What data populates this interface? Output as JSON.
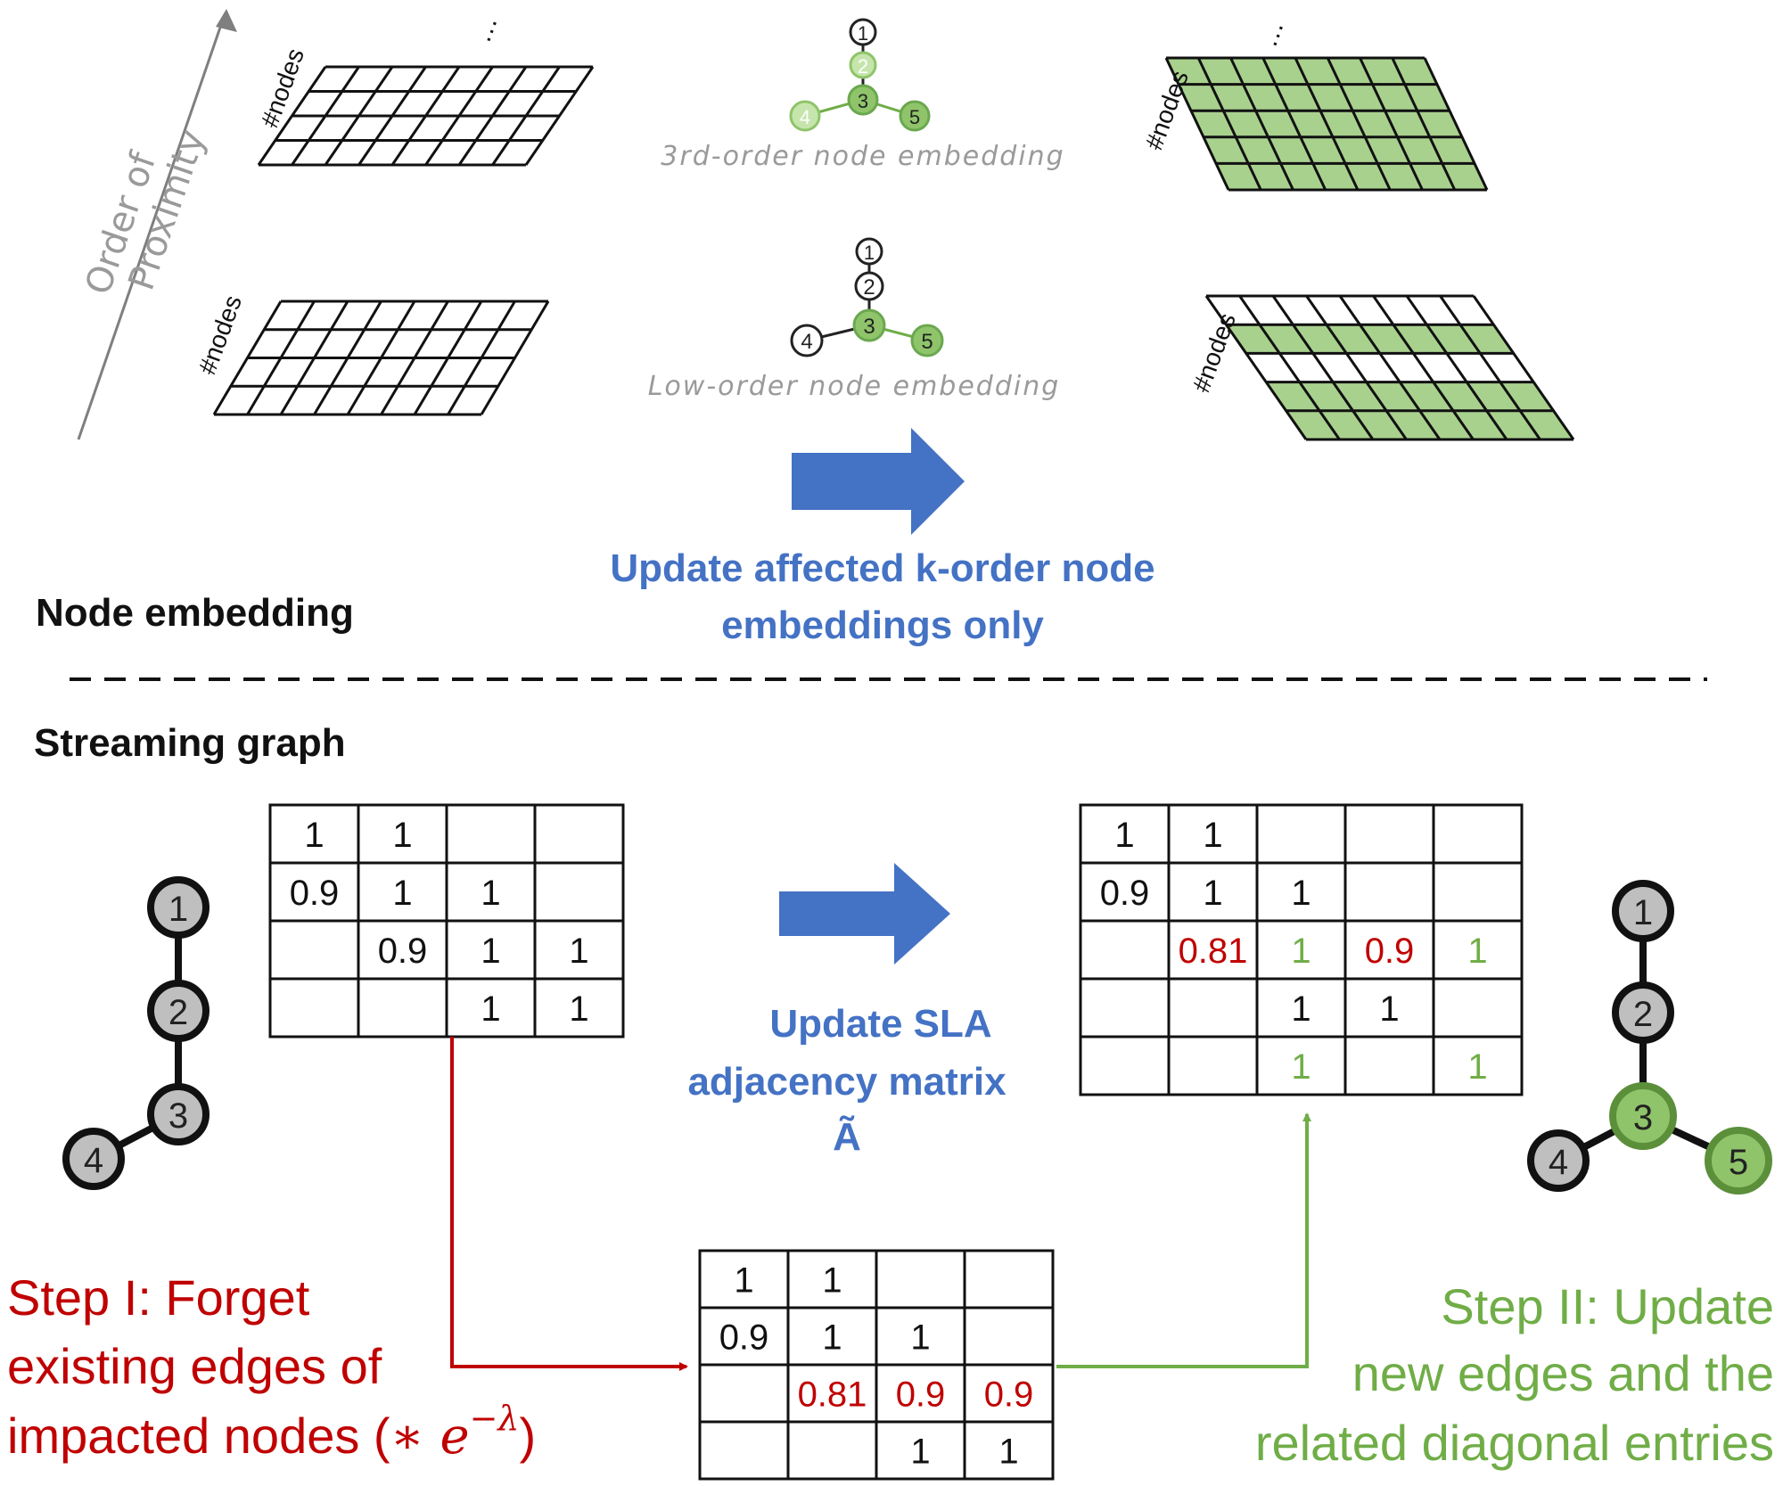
{
  "top": {
    "axis_label_line1": "Order of",
    "axis_label_line2": "Proximity",
    "nodes_label": "#nodes",
    "ellipsis": "…",
    "third_order_label": "3rd-order node embedding",
    "low_order_label": "Low-order node embedding",
    "update_label_line1": "Update affected k-order node",
    "update_label_line2": "embeddings only",
    "node_embedding_title": "Node embedding",
    "third_order_graph": {
      "nodes": [
        "1",
        "2",
        "3",
        "4",
        "5"
      ]
    },
    "low_order_graph": {
      "nodes": [
        "1",
        "2",
        "3",
        "4",
        "5"
      ]
    }
  },
  "bottom": {
    "streaming_title": "Streaming graph",
    "update_sla_line1": "Update SLA",
    "update_sla_line2": "adjacency matrix",
    "update_sla_symbol": "Ã",
    "matrix_before": [
      [
        "1",
        "1",
        "",
        ""
      ],
      [
        "0.9",
        "1",
        "1",
        ""
      ],
      [
        "",
        "0.9",
        "1",
        "1"
      ],
      [
        "",
        "",
        "1",
        "1"
      ]
    ],
    "matrix_forget": [
      [
        "1",
        "1",
        "",
        ""
      ],
      [
        "0.9",
        "1",
        "1",
        ""
      ],
      [
        "",
        "0.81",
        "0.9",
        "0.9"
      ],
      [
        "",
        "",
        "1",
        "1"
      ]
    ],
    "matrix_forget_red": [
      [
        2,
        1
      ],
      [
        2,
        2
      ],
      [
        2,
        3
      ]
    ],
    "matrix_after": [
      [
        "1",
        "1",
        "",
        "",
        ""
      ],
      [
        "0.9",
        "1",
        "1",
        "",
        ""
      ],
      [
        "",
        "0.81",
        "1",
        "0.9",
        "1"
      ],
      [
        "",
        "",
        "1",
        "1",
        ""
      ],
      [
        "",
        "",
        "1",
        "",
        "1"
      ]
    ],
    "matrix_after_red": [
      [
        2,
        1
      ],
      [
        2,
        3
      ]
    ],
    "matrix_after_green": [
      [
        2,
        2
      ],
      [
        2,
        4
      ],
      [
        4,
        2
      ],
      [
        4,
        4
      ]
    ],
    "left_graph": {
      "nodes": [
        "1",
        "2",
        "3",
        "4"
      ]
    },
    "right_graph": {
      "nodes": [
        "1",
        "2",
        "3",
        "4",
        "5"
      ]
    },
    "step1_line1": "Step I: Forget",
    "step1_line2": "existing edges of",
    "step1_line3_prefix": "impacted nodes (",
    "step1_op": "∗ ",
    "step1_e": "e",
    "step1_exp": "−λ",
    "step1_close": ")",
    "step2_line1": "Step II: Update",
    "step2_line2": "new edges and the",
    "step2_line3": "related diagonal entries"
  },
  "colors": {
    "blue_arrow": "#4472c4",
    "green_fill": "#a9d18e",
    "green_dark": "#70ad47",
    "red": "#c00000",
    "node_gray": "#bfbfbf",
    "node_green": "#8fc46a"
  }
}
